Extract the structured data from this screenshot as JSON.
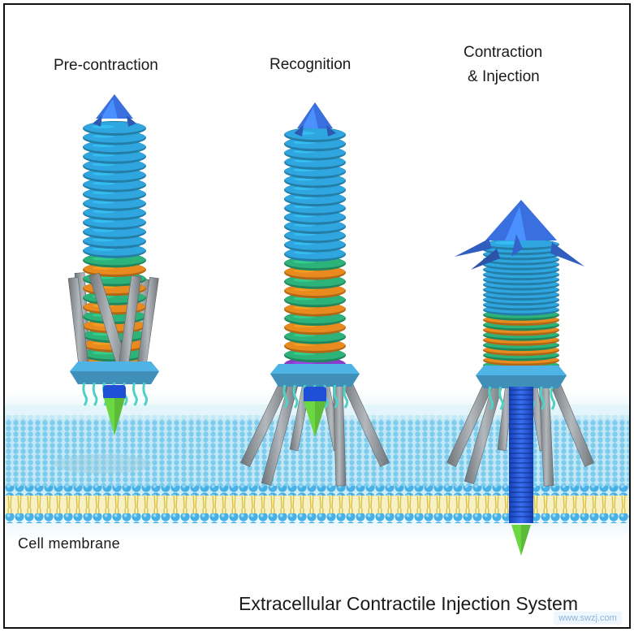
{
  "labels": {
    "pre_contraction": "Pre-contraction",
    "recognition": "Recognition",
    "contraction_line1": "Contraction",
    "contraction_line2": "& Injection",
    "cell_membrane": "Cell  membrane",
    "title": "Extracellular Contractile Injection System"
  },
  "watermark": {
    "text": "www.swzj.com"
  },
  "colors": {
    "sheath_blue": "#2fa6df",
    "sheath_green": "#2db37a",
    "sheath_orange": "#e88a1e",
    "baseplate_purple": "#8a3bc9",
    "baseplate": "#4fb3e6",
    "spike_cap": "#3a6fe0",
    "tube": "#1f4fd6",
    "spike_tip": "#5dbb3a",
    "tail_fiber": "#8f9499",
    "membrane_head": "#4fb3e6",
    "membrane_tail": "#e9d86a"
  }
}
